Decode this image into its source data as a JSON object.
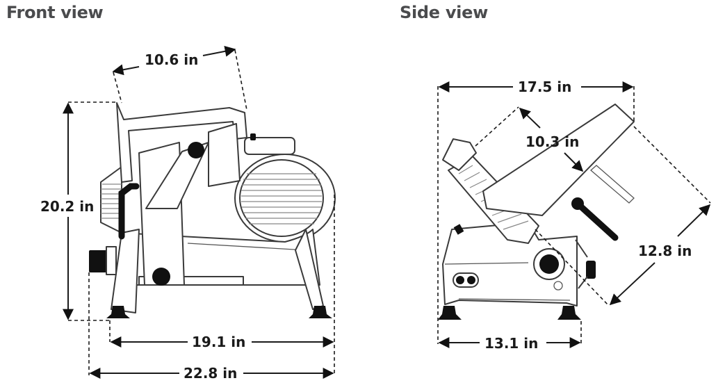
{
  "front_view": {
    "title": "Front view",
    "dimensions": {
      "top_depth": "10.6 in",
      "height": "20.2 in",
      "foot_width": "19.1 in",
      "overall_width": "22.8 in"
    }
  },
  "side_view": {
    "title": "Side view",
    "dimensions": {
      "overall_depth": "17.5 in",
      "carriage_width": "10.3 in",
      "carriage_length": "12.8 in",
      "base_depth": "13.1 in"
    }
  },
  "colors": {
    "title_text": "#4a4b4d",
    "dimension_text": "#1a1a1a",
    "line_art": "#3a3a3a",
    "background": "#ffffff"
  }
}
